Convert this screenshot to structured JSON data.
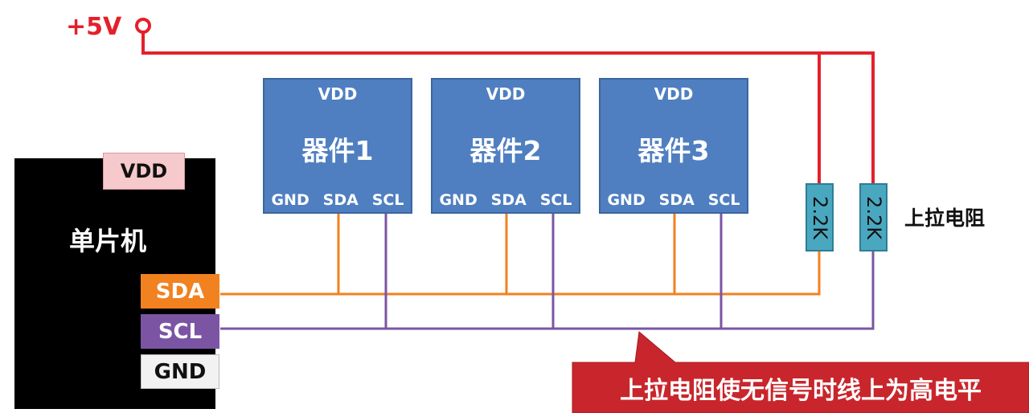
{
  "supply": {
    "label": "+5V"
  },
  "mcu": {
    "vdd": "VDD",
    "name": "单片机",
    "pins": {
      "sda": "SDA",
      "scl": "SCL",
      "gnd": "GND"
    }
  },
  "devices": [
    {
      "vdd": "VDD",
      "name": "器件1",
      "pins": [
        "GND",
        "SDA",
        "SCL"
      ]
    },
    {
      "vdd": "VDD",
      "name": "器件2",
      "pins": [
        "GND",
        "SDA",
        "SCL"
      ]
    },
    {
      "vdd": "VDD",
      "name": "器件3",
      "pins": [
        "GND",
        "SDA",
        "SCL"
      ]
    }
  ],
  "resistors": [
    {
      "value": "2.2K"
    },
    {
      "value": "2.2K"
    }
  ],
  "pullup_label": "上拉电阻",
  "callout": {
    "text": "上拉电阻使无信号时线上为高电平"
  },
  "colors": {
    "power": "#e3212b",
    "sda": "#f2811f",
    "scl": "#7b55a4",
    "device": "#4f7fc1",
    "resistor": "#4aa7c0",
    "callout": "#c8262c"
  }
}
